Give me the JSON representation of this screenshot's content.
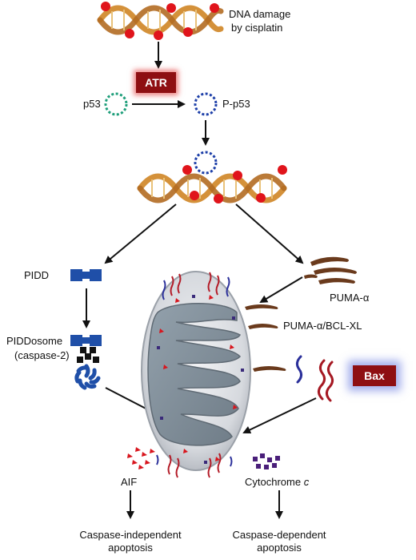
{
  "labels": {
    "dna_damage_line1": "DNA damage",
    "dna_damage_line2": "by cisplatin",
    "atr": "ATR",
    "p53": "p53",
    "p_p53": "P-p53",
    "pidd": "PIDD",
    "puma": "PUMA-α",
    "puma_bclxl": "PUMA-α/BCL-XL",
    "piddosome": "PIDDosome",
    "caspase2": "(caspase-2)",
    "bax": "Bax",
    "aif": "AIF",
    "cytochrome": "Cytochrome ",
    "cytochrome_c": "c",
    "outcome_left_line1": "Caspase-independent",
    "outcome_left_line2": "apoptosis",
    "outcome_right_line1": "Caspase-dependent",
    "outcome_right_line2": "apoptosis"
  },
  "colors": {
    "dna": "#d4913a",
    "damage_dot": "#e0141b",
    "p53": "#1e9e7a",
    "p_p53": "#1d3fa8",
    "pidd": "#1f4fa8",
    "puma": "#6a3a1c",
    "bax_badge": "#8e0f12",
    "mito_outer": "#c8ccd2",
    "mito_inner": "#7f8d99",
    "aif": "#d8151d",
    "cytochrome": "#4a1f7a"
  },
  "icons": [
    "dna-helix",
    "p53-ring",
    "pidd-dimer",
    "piddosome-complex",
    "mitochondrion",
    "puma-worm",
    "bax-worm"
  ]
}
